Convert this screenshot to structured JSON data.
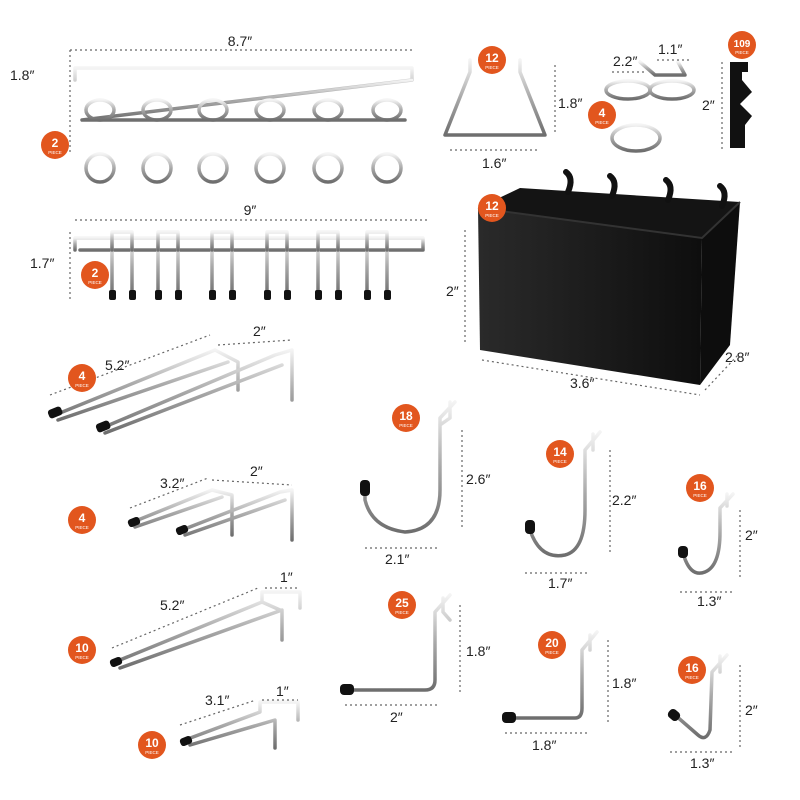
{
  "colors": {
    "badge": "#e2561e",
    "metal_light": "#d9d9d9",
    "metal_dark": "#7a7a7a",
    "bin": "#1b1b1b",
    "tip": "#111111",
    "dim_line": "#555555"
  },
  "piece_word": "PIECE",
  "items": [
    {
      "name": "double-ring-hook-strip",
      "qty": "2",
      "dims": [
        "8.7″",
        "1.8″"
      ]
    },
    {
      "name": "u-holder",
      "qty": "12",
      "dims": [
        "1.8″",
        "1.6″"
      ]
    },
    {
      "name": "tool-holder",
      "qty": "4",
      "dims": [
        "2.2″",
        "1.1″"
      ]
    },
    {
      "name": "lock",
      "qty": "109",
      "dims": [
        "2″"
      ]
    },
    {
      "name": "multi-prong-hook-strip",
      "qty": "2",
      "dims": [
        "9″",
        "1.7″"
      ]
    },
    {
      "name": "bin",
      "qty": "12",
      "dims": [
        "2″",
        "3.6″",
        "2.8″"
      ]
    },
    {
      "name": "long-double-hook",
      "qty": "4",
      "dims": [
        "5.2″",
        "2″"
      ]
    },
    {
      "name": "short-double-hook",
      "qty": "4",
      "dims": [
        "3.2″",
        "2″"
      ]
    },
    {
      "name": "long-single-hook",
      "qty": "10",
      "dims": [
        "5.2″",
        "1″"
      ]
    },
    {
      "name": "short-single-hook",
      "qty": "10",
      "dims": [
        "3.1″",
        "1″"
      ]
    },
    {
      "name": "large-j-hook",
      "qty": "18",
      "dims": [
        "2.6″",
        "2.1″"
      ]
    },
    {
      "name": "medium-j-hook",
      "qty": "14",
      "dims": [
        "2.2″",
        "1.7″"
      ]
    },
    {
      "name": "small-j-hook",
      "qty": "16",
      "dims": [
        "2″",
        "1.3″"
      ]
    },
    {
      "name": "large-l-hook",
      "qty": "25",
      "dims": [
        "1.8″",
        "2″"
      ]
    },
    {
      "name": "medium-l-hook",
      "qty": "20",
      "dims": [
        "1.8″",
        "1.8″"
      ]
    },
    {
      "name": "angled-hook",
      "qty": "16",
      "dims": [
        "2″",
        "1.3″"
      ]
    }
  ]
}
